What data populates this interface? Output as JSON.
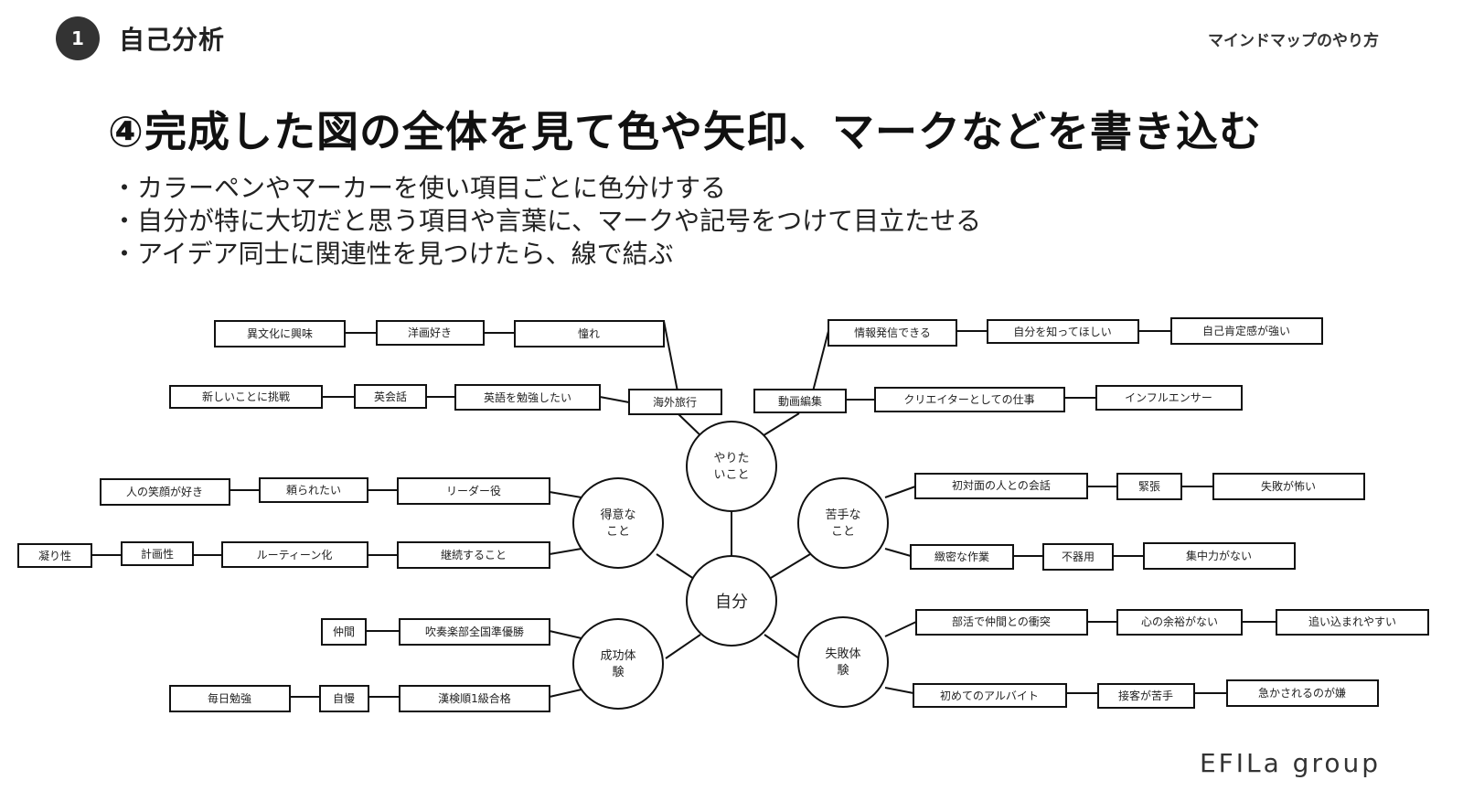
{
  "header": {
    "section_number": "1",
    "section_title": "自己分析",
    "top_right": "マインドマップのやり方"
  },
  "heading": "④完成した図の全体を見て色や矢印、マークなどを書き込む",
  "bullets": [
    "カラーペンやマーカーを使い項目ごとに色分けする",
    "自分が特に大切だと思う項目や言葉に、マークや記号をつけて目立たせる",
    "アイデア同士に関連性を見つけたら、線で結ぶ"
  ],
  "mindmap": {
    "center": "自分",
    "branches": {
      "yaritai": [
        "やりた",
        "いこと"
      ],
      "tokui": [
        "得意な",
        "こと"
      ],
      "nigate": [
        "苦手な",
        "こと"
      ],
      "seiko": [
        "成功体",
        "験"
      ],
      "shippai": [
        "失敗体",
        "験"
      ]
    },
    "boxes": {
      "ibunka": "異文化に興味",
      "yoga": "洋画好き",
      "akogare": "憧れ",
      "atarashii": "新しいことに挑戦",
      "eikaiwa": "英会話",
      "eigo": "英語を勉強したい",
      "kaigai": "海外旅行",
      "joho": "情報発信できる",
      "jibun_shitte": "自分を知ってほしい",
      "jiko_kotei": "自己肯定感が強い",
      "doga": "動画編集",
      "creator": "クリエイターとしての仕事",
      "influencer": "インフルエンサー",
      "egao": "人の笑顔が好き",
      "tayorare": "頼られたい",
      "leader": "リーダー役",
      "korisho": "凝り性",
      "keikaku": "計画性",
      "routine": "ルーティーン化",
      "keizoku": "継続すること",
      "shotaimen": "初対面の人との会話",
      "kincho": "緊張",
      "shippai_kowai": "失敗が怖い",
      "chimitsu": "緻密な作業",
      "bukiyo": "不器用",
      "shuchu": "集中力がない",
      "nakama": "仲間",
      "suisogaku": "吹奏楽部全国準優勝",
      "mainichi": "毎日勉強",
      "jiman": "自慢",
      "kanken": "漢検順1級合格",
      "bukatsu": "部活で仲間との衝突",
      "kokoro": "心の余裕がない",
      "oikomare": "追い込まれやすい",
      "hajimete": "初めてのアルバイト",
      "sekkyaku": "接客が苦手",
      "sekasareru": "急かされるのが嫌"
    }
  },
  "brand": "EFILa group"
}
